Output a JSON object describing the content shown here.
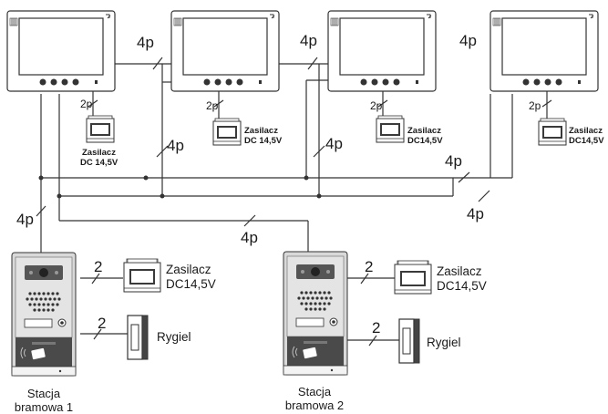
{
  "wire_labels": {
    "w4p_m1_m2": "4p",
    "w4p_m2_m3": "4p",
    "w4p_m3_m4": "4p",
    "w4p_bus_m2": "4p",
    "w4p_bus_m3": "4p",
    "w4p_bus_m4a": "4p",
    "w4p_bus_m4b": "4p",
    "w4p_station1": "4p",
    "w4p_station2": "4p",
    "w2p_m1": "2p",
    "w2p_m2": "2p",
    "w2p_m3": "2p",
    "w2p_m4": "2p",
    "w2_psu1": "2",
    "w2_lock1": "2",
    "w2_psu2": "2",
    "w2_lock2": "2"
  },
  "power_supplies_small": [
    {
      "line1": "Zasilacz",
      "line2": "DC 14,5V"
    },
    {
      "line1": "Zasilacz",
      "line2": "DC 14,5V"
    },
    {
      "line1": "Zasilacz",
      "line2": "DC14,5V"
    },
    {
      "line1": "Zasilacz",
      "line2": "DC14,5V"
    }
  ],
  "power_supplies_large": [
    {
      "line1": "Zasilacz",
      "line2": "DC14,5V"
    },
    {
      "line1": "Zasilacz",
      "line2": "DC14,5V"
    }
  ],
  "locks": [
    {
      "label": "Rygiel"
    },
    {
      "label": "Rygiel"
    }
  ],
  "stations": [
    {
      "line1": "Stacja",
      "line2": "bramowa 1"
    },
    {
      "line1": "Stacja",
      "line2": "bramowa 2"
    }
  ],
  "colors": {
    "line": "#333333",
    "monitor_body": "#ffffff",
    "screen": "#ffffff",
    "station_dark": "#4a4a4a",
    "station_light": "#d9d9d9"
  }
}
